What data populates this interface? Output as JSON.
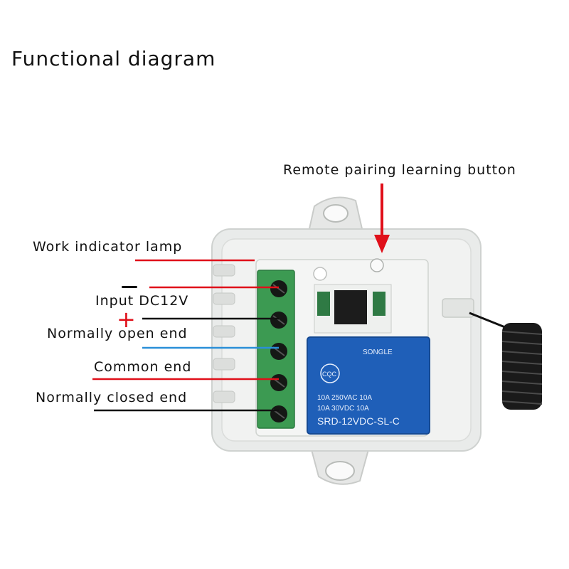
{
  "title": "Functional diagram",
  "labels": {
    "pairing_button": "Remote pairing learning button",
    "indicator_lamp": "Work indicator lamp",
    "input": "Input DC12V",
    "normally_open": "Normally open end",
    "common": "Common end",
    "normally_closed": "Normally closed end",
    "minus_sign": "—",
    "plus_sign": "+"
  },
  "relay_markings": {
    "brand": "SONGLE",
    "cert": "CQC",
    "rating_1": "10A 250VAC  10A",
    "rating_2": "10A  30VDC  10A",
    "model": "SRD-12VDC-SL-C"
  },
  "colors": {
    "red_line": "#e0101a",
    "black_line": "#111111",
    "blue_line": "#2a8fd8",
    "terminal_green": "#3c9a52",
    "relay_blue": "#1f5fb8"
  }
}
